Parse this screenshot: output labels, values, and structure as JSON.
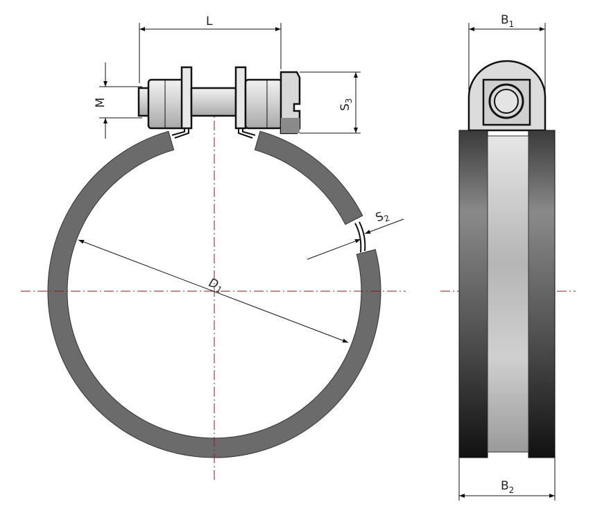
{
  "drawing": {
    "labels": {
      "L": "L",
      "M": "M",
      "S3_main": "S",
      "S3_sub": "3",
      "S2_main": "S",
      "S2_sub": "2",
      "D1_main": "D",
      "D1_sub": "1",
      "B1_main": "B",
      "B1_sub": "1",
      "B2_main": "B",
      "B2_sub": "2"
    },
    "colors": {
      "band": "#6b6b6b",
      "centerline": "#8b1a1a",
      "metal_light": "#d8d8d8",
      "line": "#111111"
    }
  }
}
